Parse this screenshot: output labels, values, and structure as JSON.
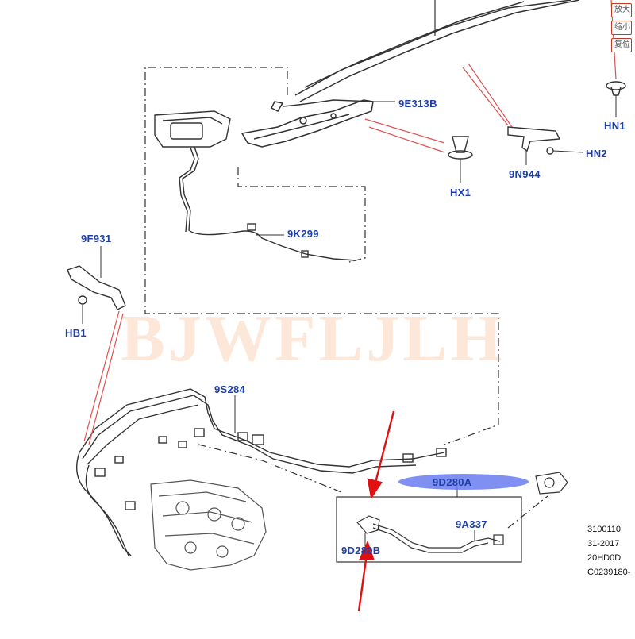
{
  "callouts": {
    "c_9e313b": "9E313B",
    "c_hn1": "HN1",
    "c_hn2": "HN2",
    "c_9n944": "9N944",
    "c_hx1": "HX1",
    "c_9k299": "9K299",
    "c_9f931": "9F931",
    "c_hb1": "HB1",
    "c_9s284": "9S284",
    "c_9d280a": "9D280A",
    "c_9a337": "9A337",
    "c_9d280b": "9D280B"
  },
  "doc_info": [
    "3100110",
    "31-2017",
    "20HD0D",
    "C0239180-"
  ],
  "toolbar": [
    "放大",
    "缩小",
    "复位"
  ],
  "watermark": "BJWFLJLH",
  "colors": {
    "callout_text": "#1f3fa8",
    "leader_line": "#e05050",
    "arrow": "#e01010",
    "highlight": "#6a7cf0",
    "part_line": "#333333"
  }
}
